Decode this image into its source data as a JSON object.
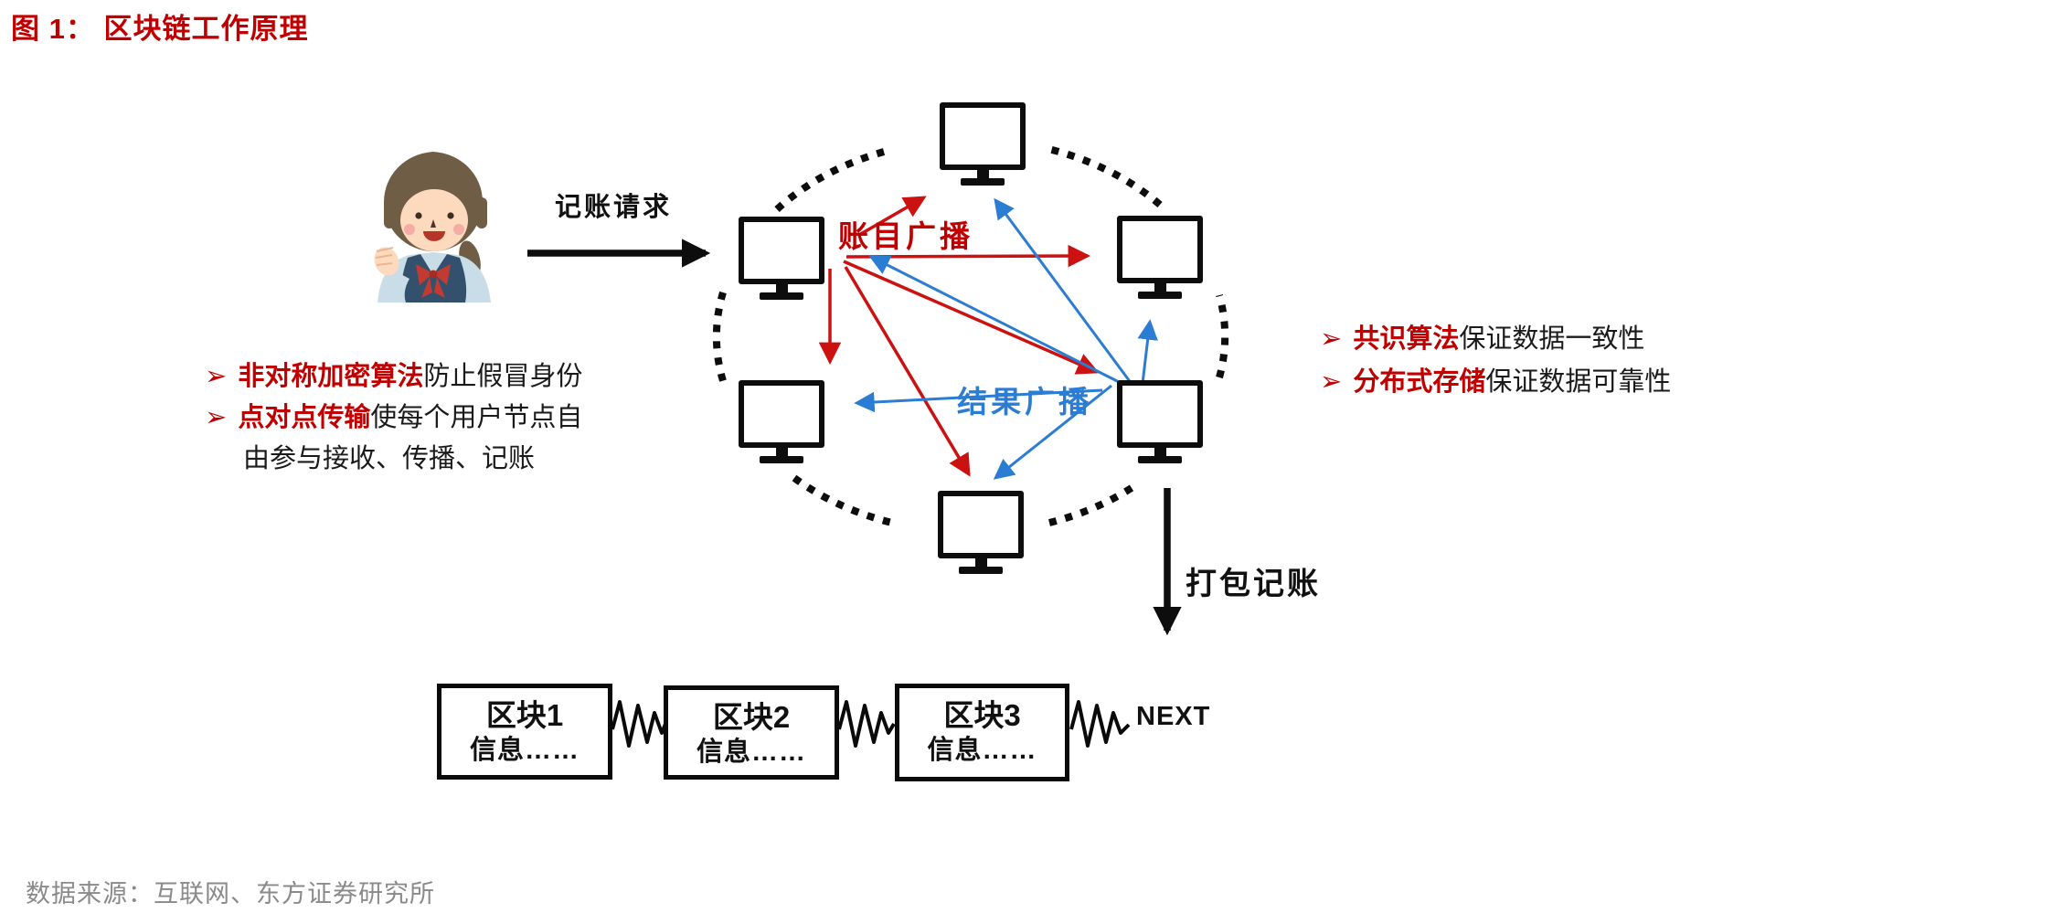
{
  "title": "图 1： 区块链工作原理",
  "colors": {
    "title_red": "#C00000",
    "arrow_red": "#CC1111",
    "arrow_blue": "#2B7CD3",
    "black": "#0d0d0d",
    "source_gray": "#8A8A8A"
  },
  "diagram": {
    "bullet": "➢",
    "request_label": "记账请求",
    "ledger_broadcast_label": "账目广播",
    "result_broadcast_label": "结果广播",
    "package_label": "打包记账",
    "next_label": "NEXT",
    "left_notes": [
      {
        "highlight": "非对称加密算法",
        "rest": "防止假冒身份"
      },
      {
        "highlight": "点对点传输",
        "rest": "使每个用户节点自",
        "continuation": "由参与接收、传播、记账"
      }
    ],
    "right_notes": [
      {
        "highlight": "共识算法",
        "rest": "保证数据一致性"
      },
      {
        "highlight": "分布式存储",
        "rest": "保证数据可靠性"
      }
    ],
    "blocks": [
      {
        "title": "区块1",
        "info": "信息……"
      },
      {
        "title": "区块2",
        "info": "信息……"
      },
      {
        "title": "区块3",
        "info": "信息……"
      }
    ]
  },
  "source": "数据来源：互联网、东方证券研究所"
}
